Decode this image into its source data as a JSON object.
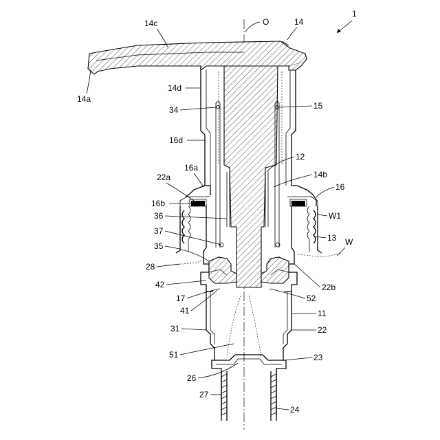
{
  "figure": {
    "figure_number": "1",
    "axis_label": "O",
    "labels": {
      "14c": "14c",
      "14": "14",
      "14a": "14a",
      "14d": "14d",
      "34": "34",
      "15": "15",
      "16d": "16d",
      "12": "12",
      "14b": "14b",
      "16a": "16a",
      "22a": "22a",
      "16": "16",
      "16b": "16b",
      "W1": "W1",
      "36": "36",
      "37": "37",
      "13": "13",
      "W": "W",
      "35": "35",
      "28": "28",
      "22b": "22b",
      "42": "42",
      "17": "17",
      "52": "52",
      "41": "41",
      "11": "11",
      "31": "31",
      "22": "22",
      "51": "51",
      "23": "23",
      "26": "26",
      "27": "27",
      "24": "24"
    }
  }
}
